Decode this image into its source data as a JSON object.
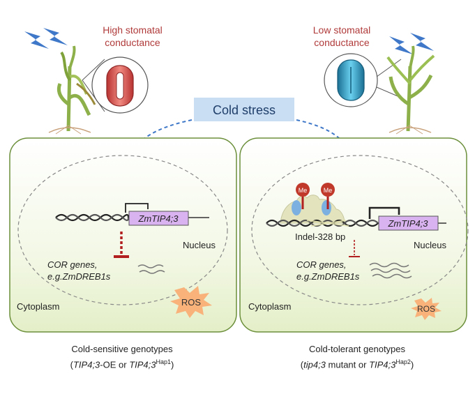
{
  "left": {
    "stomata_label_line1": "High stomatal",
    "stomata_label_line2": "conductance",
    "gene_label": "ZmTIP4;3",
    "nucleus_label": "Nucleus",
    "cor_line1": "COR genes,",
    "cor_line2": "e.g.ZmDREB1s",
    "cytoplasm_label": "Cytoplasm",
    "ros_label": "ROS",
    "caption_line1": "Cold-sensitive genotypes",
    "caption_open": "(",
    "caption_gene1": "TIP4;3",
    "caption_mid": "-OE or ",
    "caption_gene2": "TIP4;3",
    "caption_sup": "Hap1",
    "caption_close": ")",
    "stomata_color": "#d9534f"
  },
  "right": {
    "stomata_label_line1": "Low stomatal",
    "stomata_label_line2": "conductance",
    "methyl_label": "Me",
    "gene_label": "ZmTIP4;3",
    "indel_label": "Indel-328 bp",
    "nucleus_label": "Nucleus",
    "cor_line1": "COR genes,",
    "cor_line2": "e.g.ZmDREB1s",
    "cytoplasm_label": "Cytoplasm",
    "ros_label": "ROS",
    "caption_line1": "Cold-tolerant genotypes",
    "caption_open": "(",
    "caption_gene1": "tip4;3",
    "caption_mid": " mutant or ",
    "caption_gene2": "TIP4;3",
    "caption_sup": "Hap2",
    "caption_close": ")",
    "stomata_color": "#2a9ec2"
  },
  "center": {
    "stress_label": "Cold stress"
  },
  "colors": {
    "title_red": "#b03a3a",
    "cell_border": "#6b8f3a",
    "gene_box": "#d9b3f0",
    "arrow_blue": "#3f78c8",
    "ros_fill": "#f8b27a",
    "inhibit_red": "#b21f1f",
    "stress_box": "#c9ddf3"
  }
}
